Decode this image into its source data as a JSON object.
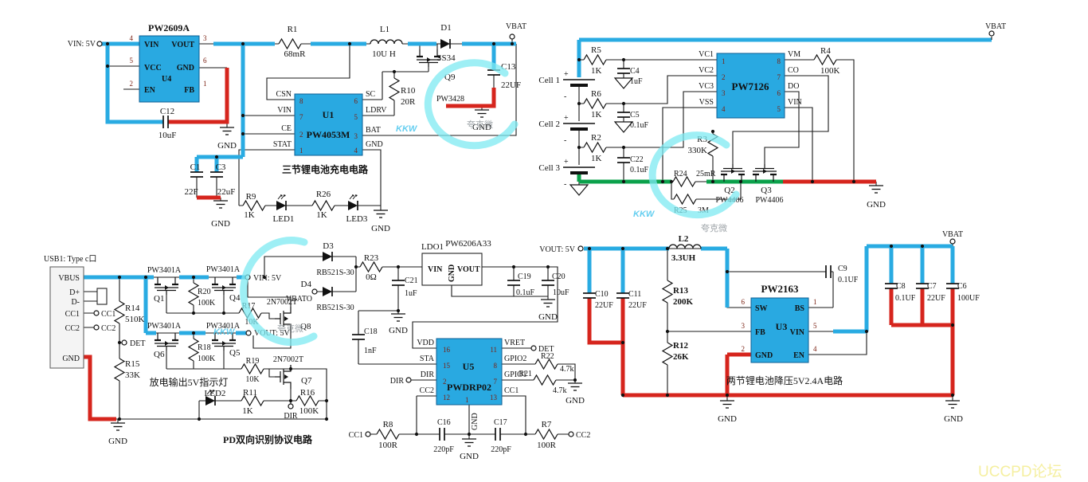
{
  "colors": {
    "blue": "#29ABE2",
    "red": "#D6251D",
    "green": "#0BA14B",
    "chip": "#29A9E1",
    "watermark_cyan": "#3FC3ED",
    "forum_yellow": "#F5EFA0"
  },
  "wm": {
    "kkw": "KKW",
    "brand": "夸克微",
    "forum": "UCCPD论坛"
  },
  "cap": {
    "usb": "USB1: Type c口",
    "charger": "三节锂电池充电电路",
    "indicator": "放电输出5V指示灯",
    "pd": "PD双向识别协议电路",
    "buck": "两节锂电池降压5V2.4A电路"
  },
  "term": {
    "vin5v": "VIN: 5V",
    "vout5v": "VOUT: 5V",
    "vbat": "VBAT",
    "vbato": "VBATO",
    "det": "DET",
    "dir": "DIR",
    "cc1": "CC1",
    "cc2": "CC2"
  },
  "gnd": "GND",
  "cell": {
    "c1": "Cell 1",
    "c2": "Cell 2",
    "c3": "Cell 3",
    "p": "+",
    "m": "-"
  },
  "chip": {
    "u4": {
      "ref": "U4",
      "part": "PW2609A"
    },
    "u1": {
      "ref": "U1",
      "part": "PW4053M"
    },
    "u2": {
      "part": "PW7126"
    },
    "u5": {
      "ref": "U5",
      "part": "PWDRP02"
    },
    "u3": {
      "ref": "U3",
      "part": "PW2163"
    },
    "ldo": {
      "ref": "LDO1",
      "part": "PW6206A33"
    }
  },
  "pin": {
    "vin": "VIN",
    "vout": "VOUT",
    "vcc": "VCC",
    "en": "EN",
    "fb": "FB",
    "gnd": "GND",
    "csn": "CSN",
    "ce": "CE",
    "stat": "STAT",
    "sc": "SC",
    "ldrv": "LDRV",
    "bat": "BAT",
    "vc1": "VC1",
    "vc2": "VC2",
    "vc3": "VC3",
    "vss": "VSS",
    "vm": "VM",
    "co": "CO",
    "dol": "DO",
    "sw": "SW",
    "bs": "BS",
    "vdd": "VDD",
    "sta": "STA",
    "dir": "DIR",
    "cc1": "CC1",
    "cc2": "CC2",
    "vret": "VRET",
    "gp1": "GPIO1",
    "gp2": "GPIO2",
    "vbus": "VBUS",
    "dp": "D+",
    "dm": "D-"
  },
  "num": {
    "n1": "1",
    "n2": "2",
    "n3": "3",
    "n4": "4",
    "n5": "5",
    "n6": "6",
    "n7": "7",
    "n8": "8",
    "n11": "11",
    "n12": "12",
    "n13": "13",
    "n15": "15",
    "n16": "16"
  },
  "r": {
    "r1": {
      "ref": "R1",
      "val": "68mR"
    },
    "r2": {
      "ref": "R2",
      "val": "1K"
    },
    "r3": {
      "ref": "R3",
      "val": "330K"
    },
    "r4": {
      "ref": "R4",
      "val": "100K"
    },
    "r5": {
      "ref": "R5",
      "val": "1K"
    },
    "r6": {
      "ref": "R6",
      "val": "1K"
    },
    "r7": {
      "ref": "R7",
      "val": "100R"
    },
    "r8": {
      "ref": "R8",
      "val": "100R"
    },
    "r9": {
      "ref": "R9",
      "val": "1K"
    },
    "r10": {
      "ref": "R10",
      "val": "20R"
    },
    "r11": {
      "ref": "R11",
      "val": "1K"
    },
    "r12": {
      "ref": "R12",
      "val": "26K"
    },
    "r13": {
      "ref": "R13",
      "val": "200K"
    },
    "r14": {
      "ref": "R14",
      "val": "510K"
    },
    "r15": {
      "ref": "R15",
      "val": "33K"
    },
    "r16": {
      "ref": "R16",
      "val": "100K"
    },
    "r17": {
      "ref": "R17",
      "val": "10K"
    },
    "r18": {
      "ref": "R18",
      "val": "100K"
    },
    "r19": {
      "ref": "R19",
      "val": "10K"
    },
    "r20": {
      "ref": "R20",
      "val": "100K"
    },
    "r21": {
      "ref": "R21",
      "val": "4.7k"
    },
    "r22": {
      "ref": "R22",
      "val": "4.7k"
    },
    "r23": {
      "ref": "R23",
      "val": "0Ω"
    },
    "r24": {
      "ref": "R24",
      "val": "25mR"
    },
    "r25": {
      "ref": "R25",
      "val": "3M"
    },
    "r26": {
      "ref": "R26",
      "val": "1K"
    }
  },
  "c": {
    "c1": {
      "ref": "C1",
      "val": "22F"
    },
    "c3": {
      "ref": "C3",
      "val": "22uF"
    },
    "c4": {
      "ref": "C4",
      "val": "1uF"
    },
    "c5": {
      "ref": "C5",
      "val": "0.1uF"
    },
    "c6": {
      "ref": "C6",
      "val": "100UF"
    },
    "c7": {
      "ref": "C7",
      "val": "22UF"
    },
    "c8": {
      "ref": "C8",
      "val": "0.1UF"
    },
    "c9": {
      "ref": "C9",
      "val": "0.1UF"
    },
    "c10": {
      "ref": "C10",
      "val": "22UF"
    },
    "c11": {
      "ref": "C11",
      "val": "22UF"
    },
    "c12": {
      "ref": "C12",
      "val": "10uF"
    },
    "c13": {
      "ref": "C13",
      "val": "22UF"
    },
    "c16": {
      "ref": "C16",
      "val": "220pF"
    },
    "c17": {
      "ref": "C17",
      "val": "220pF"
    },
    "c18": {
      "ref": "C18",
      "val": "1nF"
    },
    "c19": {
      "ref": "C19",
      "val": "0.1uF"
    },
    "c20": {
      "ref": "C20",
      "val": "10uF"
    },
    "c21": {
      "ref": "C21",
      "val": "1uF"
    },
    "c22": {
      "ref": "C22",
      "val": "0.1uF"
    }
  },
  "l": {
    "l1": {
      "ref": "L1",
      "val": "10U H"
    },
    "l2": {
      "ref": "L2",
      "val": "3.3UH"
    }
  },
  "d": {
    "d1": {
      "ref": "D1",
      "val": "SS34"
    },
    "d3": {
      "ref": "D3",
      "val": "RB521S-30"
    },
    "d4": {
      "ref": "D4",
      "val": "RB521S-30"
    },
    "led1": "LED1",
    "led2": "LED2",
    "led3": "LED3"
  },
  "q": {
    "q1": {
      "ref": "Q1",
      "part": "PW3401A"
    },
    "q2": {
      "ref": "Q2",
      "part": "PW4406"
    },
    "q3": {
      "ref": "Q3",
      "part": "PW4406"
    },
    "q4": {
      "ref": "Q4",
      "part": "PW3401A"
    },
    "q5": {
      "ref": "Q5",
      "part": "PW3401A"
    },
    "q6": {
      "ref": "Q6",
      "part": "PW3401A"
    },
    "q7": {
      "ref": "Q7",
      "part": "2N7002T"
    },
    "q8": {
      "ref": "Q8",
      "part": "2N7002T"
    },
    "q9": {
      "ref": "Q9",
      "part": "PW3428"
    }
  }
}
